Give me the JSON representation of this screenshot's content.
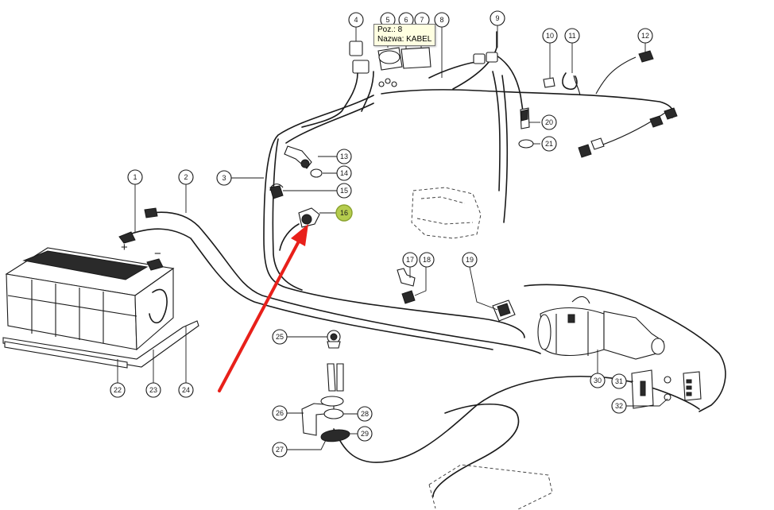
{
  "callouts": [
    "1",
    "2",
    "3",
    "4",
    "5",
    "6",
    "7",
    "8",
    "9",
    "10",
    "11",
    "12",
    "13",
    "14",
    "15",
    "16",
    "17",
    "18",
    "19",
    "20",
    "21",
    "22",
    "23",
    "24",
    "25",
    "26",
    "27",
    "28",
    "29",
    "30",
    "31",
    "32"
  ],
  "highlighted_callout": "16",
  "terminal_signs": {
    "plus": "+",
    "minus": "−"
  },
  "tooltip": {
    "line1": "Poz.: 8",
    "line2": "Nazwa: KABEL"
  },
  "colors": {
    "highlight": "#b5cc4e",
    "arrow": "#e8201a",
    "tooltip_bg": "#ffffe1"
  }
}
